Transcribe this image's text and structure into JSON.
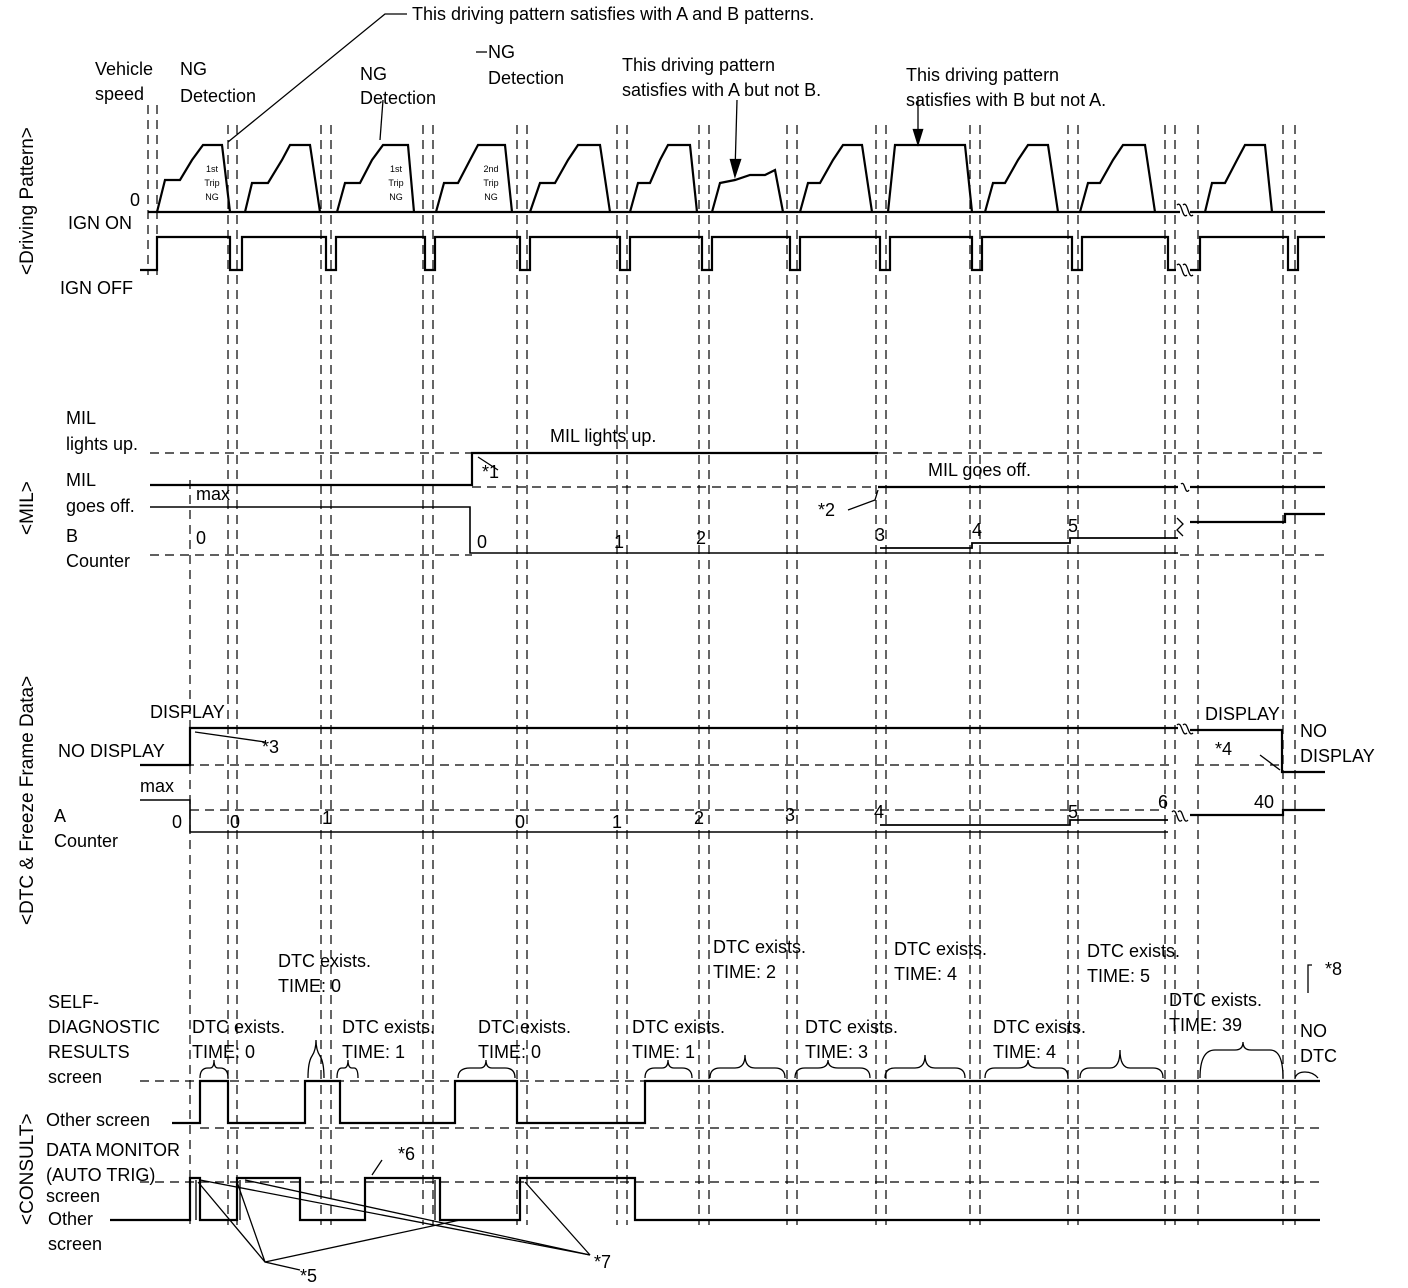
{
  "sections": {
    "driving": "<Driving Pattern>",
    "mil": "<MIL>",
    "dtc": "<DTC & Freeze Frame Data>",
    "consult": "<CONSULT>"
  },
  "driving": {
    "vehicle": "Vehicle",
    "speed": "speed",
    "ng1a": "NG",
    "ng1b": "Detection",
    "ng2a": "NG",
    "ng2b": "Detection",
    "ng3a": "NG",
    "ng3b": "Detection",
    "pattern_ab": "This driving pattern satisfies with A and B patterns.",
    "pattern_a1": "This driving pattern",
    "pattern_a2": "satisfies with A but not B.",
    "pattern_b1": "This driving pattern",
    "pattern_b2": "satisfies with B but not A.",
    "zero": "0",
    "ign_on": "IGN ON",
    "ign_off": "IGN OFF",
    "trip1": {
      "l1": "1st",
      "l2": "Trip",
      "l3": "NG"
    },
    "trip2": {
      "l1": "1st",
      "l2": "Trip",
      "l3": "NG"
    },
    "trip3": {
      "l1": "2nd",
      "l2": "Trip",
      "l3": "NG"
    }
  },
  "mil": {
    "lights1": "MIL",
    "lights2": "lights up.",
    "goes1": "MIL",
    "goes2": "goes off.",
    "lights_up": "MIL lights up.",
    "goes_off": "MIL goes off.",
    "max": "max",
    "b1": "B",
    "b2": "Counter",
    "star1": "*1",
    "star2": "*2",
    "b_values": [
      "0",
      "0",
      "1",
      "2",
      "3",
      "4",
      "5"
    ]
  },
  "dtc": {
    "display": "DISPLAY",
    "no_display": "NO DISPLAY",
    "display_r": "DISPLAY",
    "no1": "NO",
    "no2": "DISPLAY",
    "star3": "*3",
    "star4": "*4",
    "max": "max",
    "a1": "A",
    "a2": "Counter",
    "a_values": [
      "0",
      "0",
      "1",
      "0",
      "1",
      "2",
      "3",
      "4",
      "5",
      "6",
      "40"
    ]
  },
  "consult": {
    "self1": "SELF-",
    "self2": "DIAGNOSTIC",
    "self3": "RESULTS",
    "self4": "screen",
    "other": "Other screen",
    "dm1": "DATA MONITOR",
    "dm2": "(AUTO TRIG)",
    "dm3": "screen",
    "other2a": "Other",
    "other2b": "screen",
    "dtc_exists": "DTC exists.",
    "times": {
      "t0a": "TIME: 0",
      "t0b": "TIME: 0",
      "t1a": "TIME: 1",
      "t0c": "TIME: 0",
      "t1b": "TIME: 1",
      "t2": "TIME: 2",
      "t3": "TIME: 3",
      "t4a": "TIME: 4",
      "t4b": "TIME: 4",
      "t5": "TIME: 5",
      "t39": "TIME: 39"
    },
    "no_dtc1": "NO",
    "no_dtc2": "DTC",
    "star5": "*5",
    "star6": "*6",
    "star7": "*7",
    "star8": "*8"
  }
}
